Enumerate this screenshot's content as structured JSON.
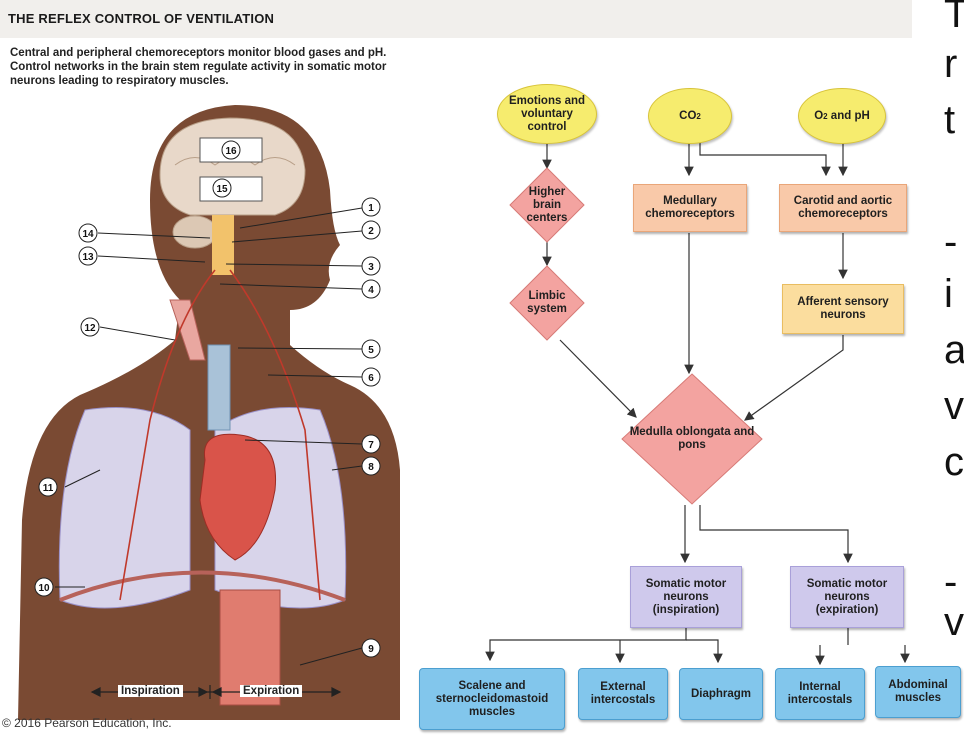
{
  "header": {
    "title": "THE REFLEX CONTROL OF VENTILATION",
    "intro_lines": [
      "Central and peripheral chemoreceptors monitor blood gases and pH.",
      "Control networks in the brain stem regulate activity in somatic motor",
      "neurons leading to respiratory muscles."
    ]
  },
  "figure": {
    "label_numbers": [
      "1",
      "2",
      "3",
      "4",
      "5",
      "6",
      "7",
      "8",
      "9",
      "10",
      "11",
      "12",
      "13",
      "14",
      "15",
      "16"
    ],
    "axis_inspiration": "Inspiration",
    "axis_expiration": "Expiration",
    "copyright": "© 2016 Pearson Education, Inc."
  },
  "flow": {
    "emotions": "Emotions and voluntary control",
    "co2": "CO",
    "co2_sub": "2",
    "o2": "O",
    "o2_sub": "2",
    "o2_rest": " and pH",
    "higher_brain": "Higher brain centers",
    "medullary": "Medullary chemoreceptors",
    "carotid": "Carotid and aortic chemoreceptors",
    "limbic": "Limbic system",
    "afferent": "Afferent sensory neurons",
    "medulla": "Medulla oblongata and pons",
    "somatic_insp": "Somatic motor neurons (inspiration)",
    "somatic_exp": "Somatic motor neurons (expiration)",
    "scalene": "Scalene and sternocleidomastoid muscles",
    "external": "External intercostals",
    "diaphragm": "Diaphragm",
    "internal": "Internal intercostals",
    "abdominal": "Abdominal muscles"
  },
  "slide_fragments": {
    "line1": "T",
    "line2": "r",
    "line3": "t",
    "line4": "-",
    "line5": "i",
    "line6": "a",
    "line7": "v",
    "line8": "c",
    "line9": "-",
    "line10": "v"
  },
  "colors": {
    "ellipse": "#f6ec6e",
    "salmon": "#f9c9a9",
    "diamond": "#f3a3a0",
    "peach": "#fbdd9e",
    "lavender": "#cfc9ec",
    "blue": "#82c6ec"
  }
}
